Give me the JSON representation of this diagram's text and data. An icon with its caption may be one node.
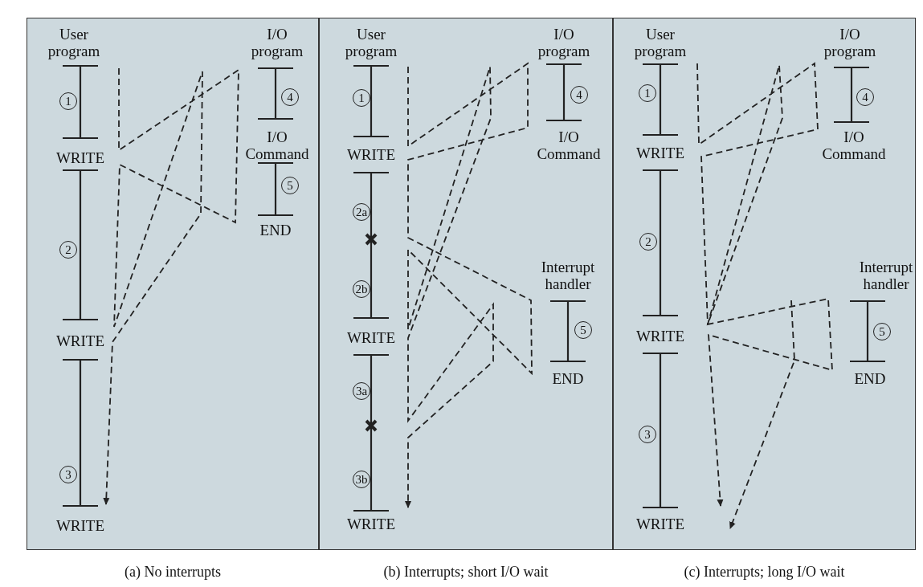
{
  "diagram": {
    "nodes": [
      {
        "text": [
          "(a) No interrupts"
        ]
      },
      {
        "text": [
          "(b) Interrupts; short I/O wait"
        ]
      },
      {
        "text": [
          "(c) Interrupts; long I/O wait"
        ]
      },
      {
        "text": [
          "1"
        ],
        "in": 0
      },
      {
        "text": [
          "2"
        ],
        "in": 0
      },
      {
        "text": [
          "3"
        ],
        "in": 0
      },
      {
        "text": [
          "4"
        ],
        "in": 0
      },
      {
        "text": [
          "5"
        ],
        "in": 0
      },
      {
        "text": [
          "1"
        ],
        "in": 1
      },
      {
        "text": [
          "2a"
        ],
        "in": 1
      },
      {
        "text": [
          "2b"
        ],
        "in": 1
      },
      {
        "text": [
          "3a"
        ],
        "in": 1
      },
      {
        "text": [
          "3b"
        ],
        "in": 1
      },
      {
        "text": [
          "4"
        ],
        "in": 1
      },
      {
        "text": [
          "5"
        ],
        "in": 1
      },
      {
        "text": [
          "1"
        ],
        "in": 2
      },
      {
        "text": [
          "2"
        ],
        "in": 2
      },
      {
        "text": [
          "3"
        ],
        "in": 2
      },
      {
        "text": [
          "4"
        ],
        "in": 2
      },
      {
        "text": [
          "5"
        ],
        "in": 2
      }
    ],
    "labels": [
      "User program",
      "WRITE",
      "WRITE",
      "WRITE",
      "I/O program",
      "I/O Command",
      "END",
      "User program",
      "WRITE",
      "WRITE",
      "WRITE",
      "I/O program",
      "I/O Command",
      "Interrupt handler",
      "END",
      "User program",
      "WRITE",
      "WRITE",
      "WRITE",
      "I/O program",
      "I/O Command",
      "Interrupt handler",
      "END"
    ]
  }
}
